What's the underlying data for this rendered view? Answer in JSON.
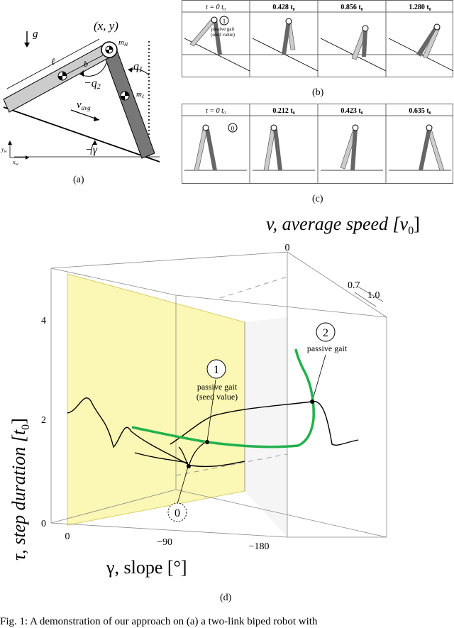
{
  "panel_a": {
    "label": "(a)",
    "g": "g",
    "xy": "(x, y)",
    "mH": "m",
    "mH_sub": "H",
    "ell": "ℓ",
    "b": "b",
    "q2": "−q",
    "q2_sub": "2",
    "q1": "q",
    "q1_sub": "1",
    "ml": "m",
    "ml_sub": "ℓ",
    "vavg": "v",
    "vavg_sub": "avg",
    "gamma": "−γ",
    "yw": "y",
    "yw_sub": "w",
    "xw": "x",
    "xw_sub": "w"
  },
  "panel_b": {
    "label": "(b)",
    "times": [
      "t = 0 t",
      "0.428 t",
      "0.856 t",
      "1.280 t"
    ],
    "time_sub": "0",
    "marker": "1",
    "note_line1": "passive gait",
    "note_line2": "(seed value)"
  },
  "panel_c": {
    "label": "(c)",
    "times": [
      "t = 0 t",
      "0.212 t",
      "0.423 t",
      "0.635 t"
    ],
    "time_sub": "0",
    "marker": "0"
  },
  "panel_d": {
    "label": "(d)",
    "v_axis_label": "v,  average speed  [v",
    "v_axis_sub": "0",
    "v_axis_close": "]",
    "v_ticks": [
      "0",
      "0.7",
      "1.0"
    ],
    "tau_axis_label": "τ,  step duration  [t",
    "tau_axis_sub": "0",
    "tau_axis_close": "]",
    "tau_ticks": [
      "0",
      "2",
      "4"
    ],
    "gamma_axis_label": "γ,  slope  [°]",
    "gamma_ticks": [
      "0",
      "−90",
      "−180"
    ],
    "annotations": {
      "marker_1": "1",
      "note_1_line1": "passive gait",
      "note_1_line2": "(seed value)",
      "marker_2": "2",
      "note_2": "passive gait",
      "marker_0": "0"
    },
    "colors": {
      "green_curve": "#22b14c",
      "plane_fill": "#fbf7b5",
      "black_curve": "#000000"
    }
  },
  "caption": "Fig. 1: A demonstration of our approach on (a) a two-link biped robot with"
}
